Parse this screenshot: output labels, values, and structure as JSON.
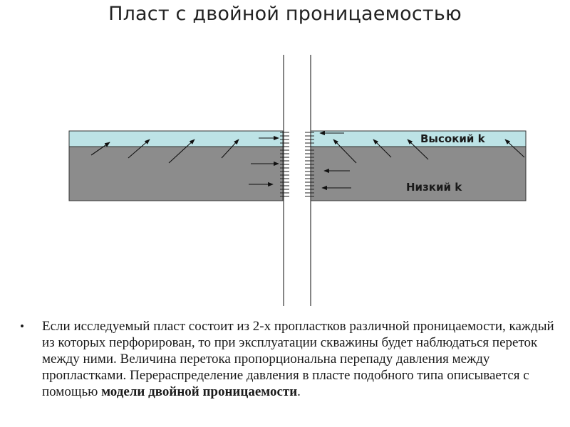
{
  "title": "Пласт с двойной проницаемостью",
  "diagram": {
    "high_k_label": "Высокий k",
    "low_k_label": "Низкий k",
    "colors": {
      "high_k_layer": "#bde3e6",
      "low_k_layer": "#8c8c8c",
      "arrow": "#111111",
      "wellbore_line": "#444444"
    }
  },
  "bullet": {
    "marker": "•",
    "text_before": "Если исследуемый пласт состоит из 2-х пропластков различной проницаемости, каждый из которых перфорирован, то при эксплуатации скважины будет наблюдаться переток между ними. Величина перетока пропорциональна перепаду давления между пропластками. Перераспределение давления в пласте подобного типа описывается с помощью ",
    "text_bold": "модели двойной проницаемости",
    "text_after": "."
  }
}
